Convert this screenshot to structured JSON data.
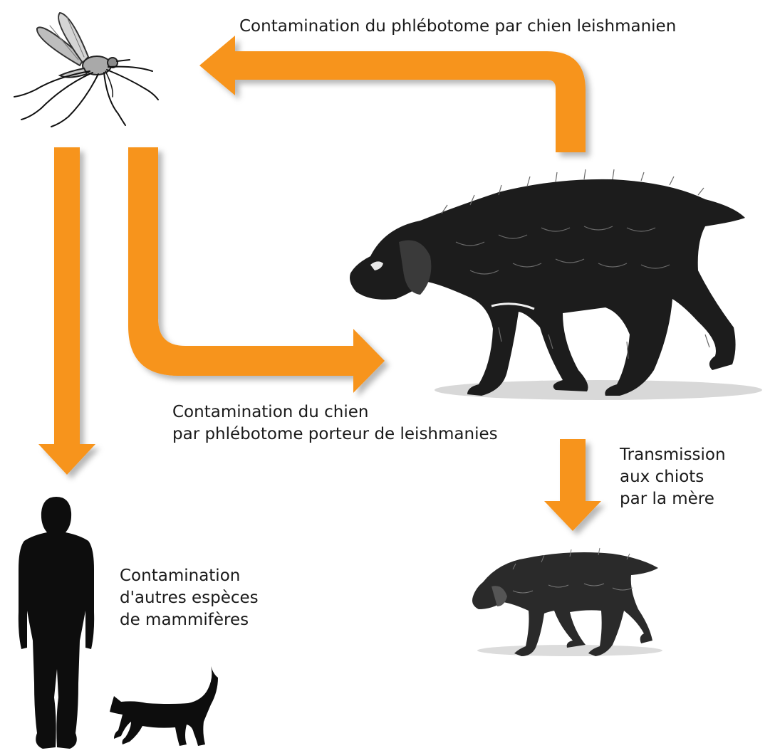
{
  "colors": {
    "arrow": "#F7941D",
    "arrow_shadow": "#c9c9c9",
    "ink": "#111111",
    "background": "#ffffff"
  },
  "icons": {
    "vector": "sandfly-icon",
    "host_adult": "adult-dog-icon",
    "host_puppy": "puppy-icon",
    "human": "human-silhouette-icon",
    "cat": "cat-silhouette-icon"
  },
  "labels": {
    "sandfly_from_dog": "Contamination du phlébotome par chien leishmanien",
    "dog_from_sandfly": {
      "line1": "Contamination du chien",
      "line2": "par phlébotome porteur de leishmanies"
    },
    "to_puppies": {
      "line1": "Transmission",
      "line2": "aux chiots",
      "line3": "par la mère"
    },
    "other_mammals": {
      "line1": "Contamination",
      "line2": "d'autres espèces",
      "line3": "de mammifères"
    }
  }
}
